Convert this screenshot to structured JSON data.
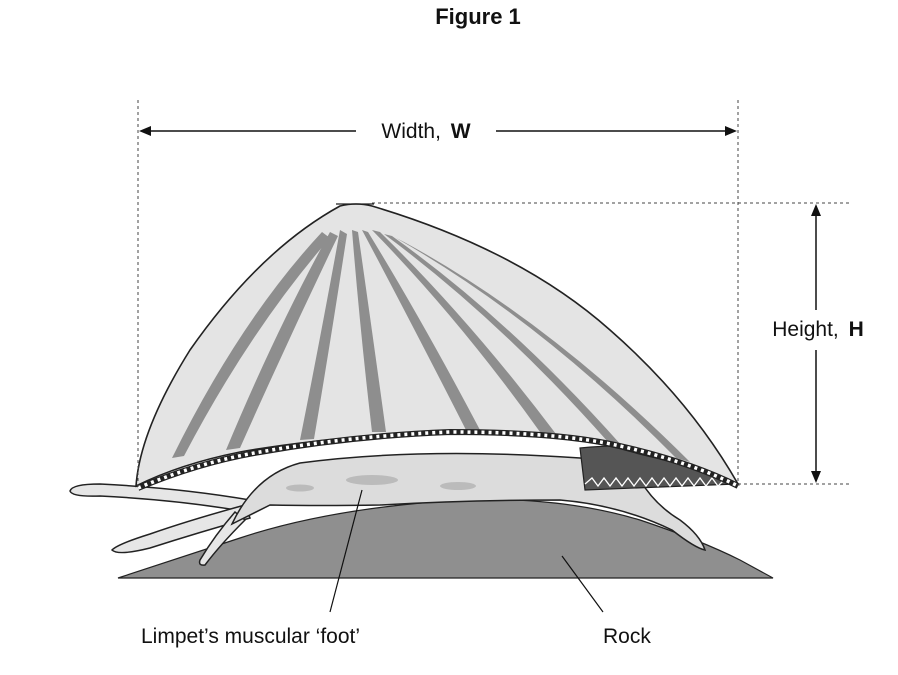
{
  "figure": {
    "title": "Figure 1"
  },
  "dimensions": {
    "width_label": "Width,",
    "width_symbol": "W",
    "height_label": "Height,",
    "height_symbol": "H"
  },
  "labels": {
    "foot": "Limpet’s muscular ‘foot’",
    "rock": "Rock"
  },
  "colors": {
    "shell": "#e4e4e4",
    "shell_stripe": "#8e8e8e",
    "body": "#dcdcdc",
    "rock": "#8f8f8f",
    "mantle_dark": "#555555",
    "outline": "#222222"
  }
}
